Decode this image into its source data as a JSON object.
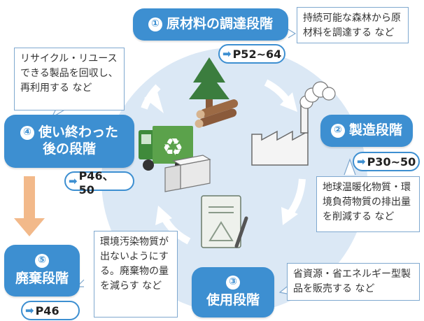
{
  "stages": [
    {
      "num": "①",
      "name": "原材料の調達段階",
      "page": "P52~64",
      "note": "持続可能な森林から原材料を調達する など"
    },
    {
      "num": "②",
      "name": "製造段階",
      "page": "P30~50",
      "note": "地球温暖化物質・環境負荷物質の排出量を削減する など"
    },
    {
      "num": "③",
      "name": "使用段階",
      "note": "省資源・省エネルギー型製品を販売する など"
    },
    {
      "num": "④",
      "name_line1": "使い終わった",
      "name_line2": "後の段階",
      "page": "P46、50",
      "note": "リサイクル・リユースできる製品を回収し、再利用する など"
    },
    {
      "num": "⑤",
      "name": "廃棄段階",
      "page": "P46",
      "note": "環境汚染物質が出ないようにする。廃棄物の量を減らす など"
    }
  ],
  "arrow_symbol": "➡",
  "recycle_symbol": "♻",
  "colors": {
    "stage_blue": "#3d8fd1",
    "cycle_bg": "#dbe8f5",
    "arrow_orange": "#f2b98a"
  }
}
